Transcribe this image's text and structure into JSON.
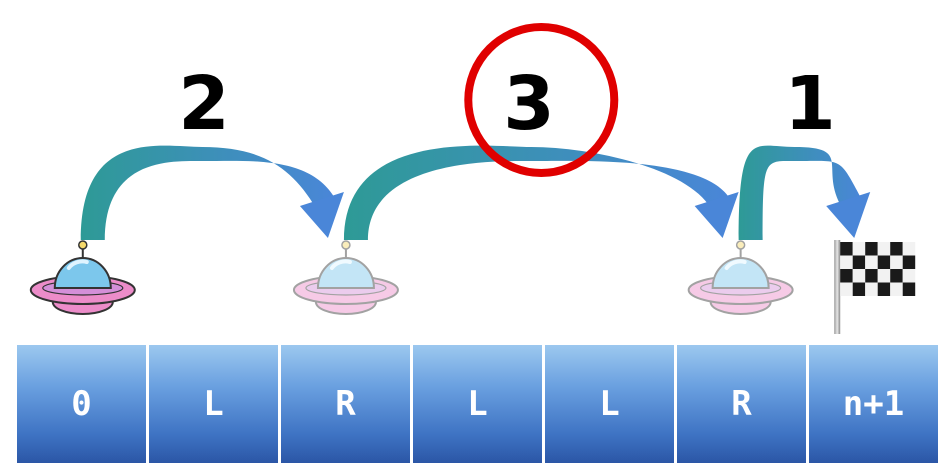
{
  "jumps": [
    {
      "label": "2",
      "from_cell": 0,
      "to_cell": 2,
      "highlighted": false
    },
    {
      "label": "3",
      "from_cell": 2,
      "to_cell": 5,
      "highlighted": true
    },
    {
      "label": "1",
      "from_cell": 5,
      "to_cell": 6,
      "highlighted": false
    }
  ],
  "cells": [
    {
      "label": "0"
    },
    {
      "label": "L"
    },
    {
      "label": "R"
    },
    {
      "label": "L"
    },
    {
      "label": "L"
    },
    {
      "label": "R"
    },
    {
      "label": "n+1"
    }
  ],
  "frog_positions": [
    {
      "cell": 0,
      "faded": false
    },
    {
      "cell": 2,
      "faded": true
    },
    {
      "cell": 5,
      "faded": true
    }
  ],
  "goal": {
    "cell": 6,
    "icon": "checkered-flag-icon"
  },
  "colors": {
    "arc_start": "#2e9a96",
    "arc_end": "#4a86d8",
    "highlight_ring": "#e00000",
    "cell_top": "#9cc8ef",
    "cell_bottom": "#2b56a6",
    "ufo_dome": "#7cc7ec",
    "ufo_body": "#ec8cc9"
  }
}
